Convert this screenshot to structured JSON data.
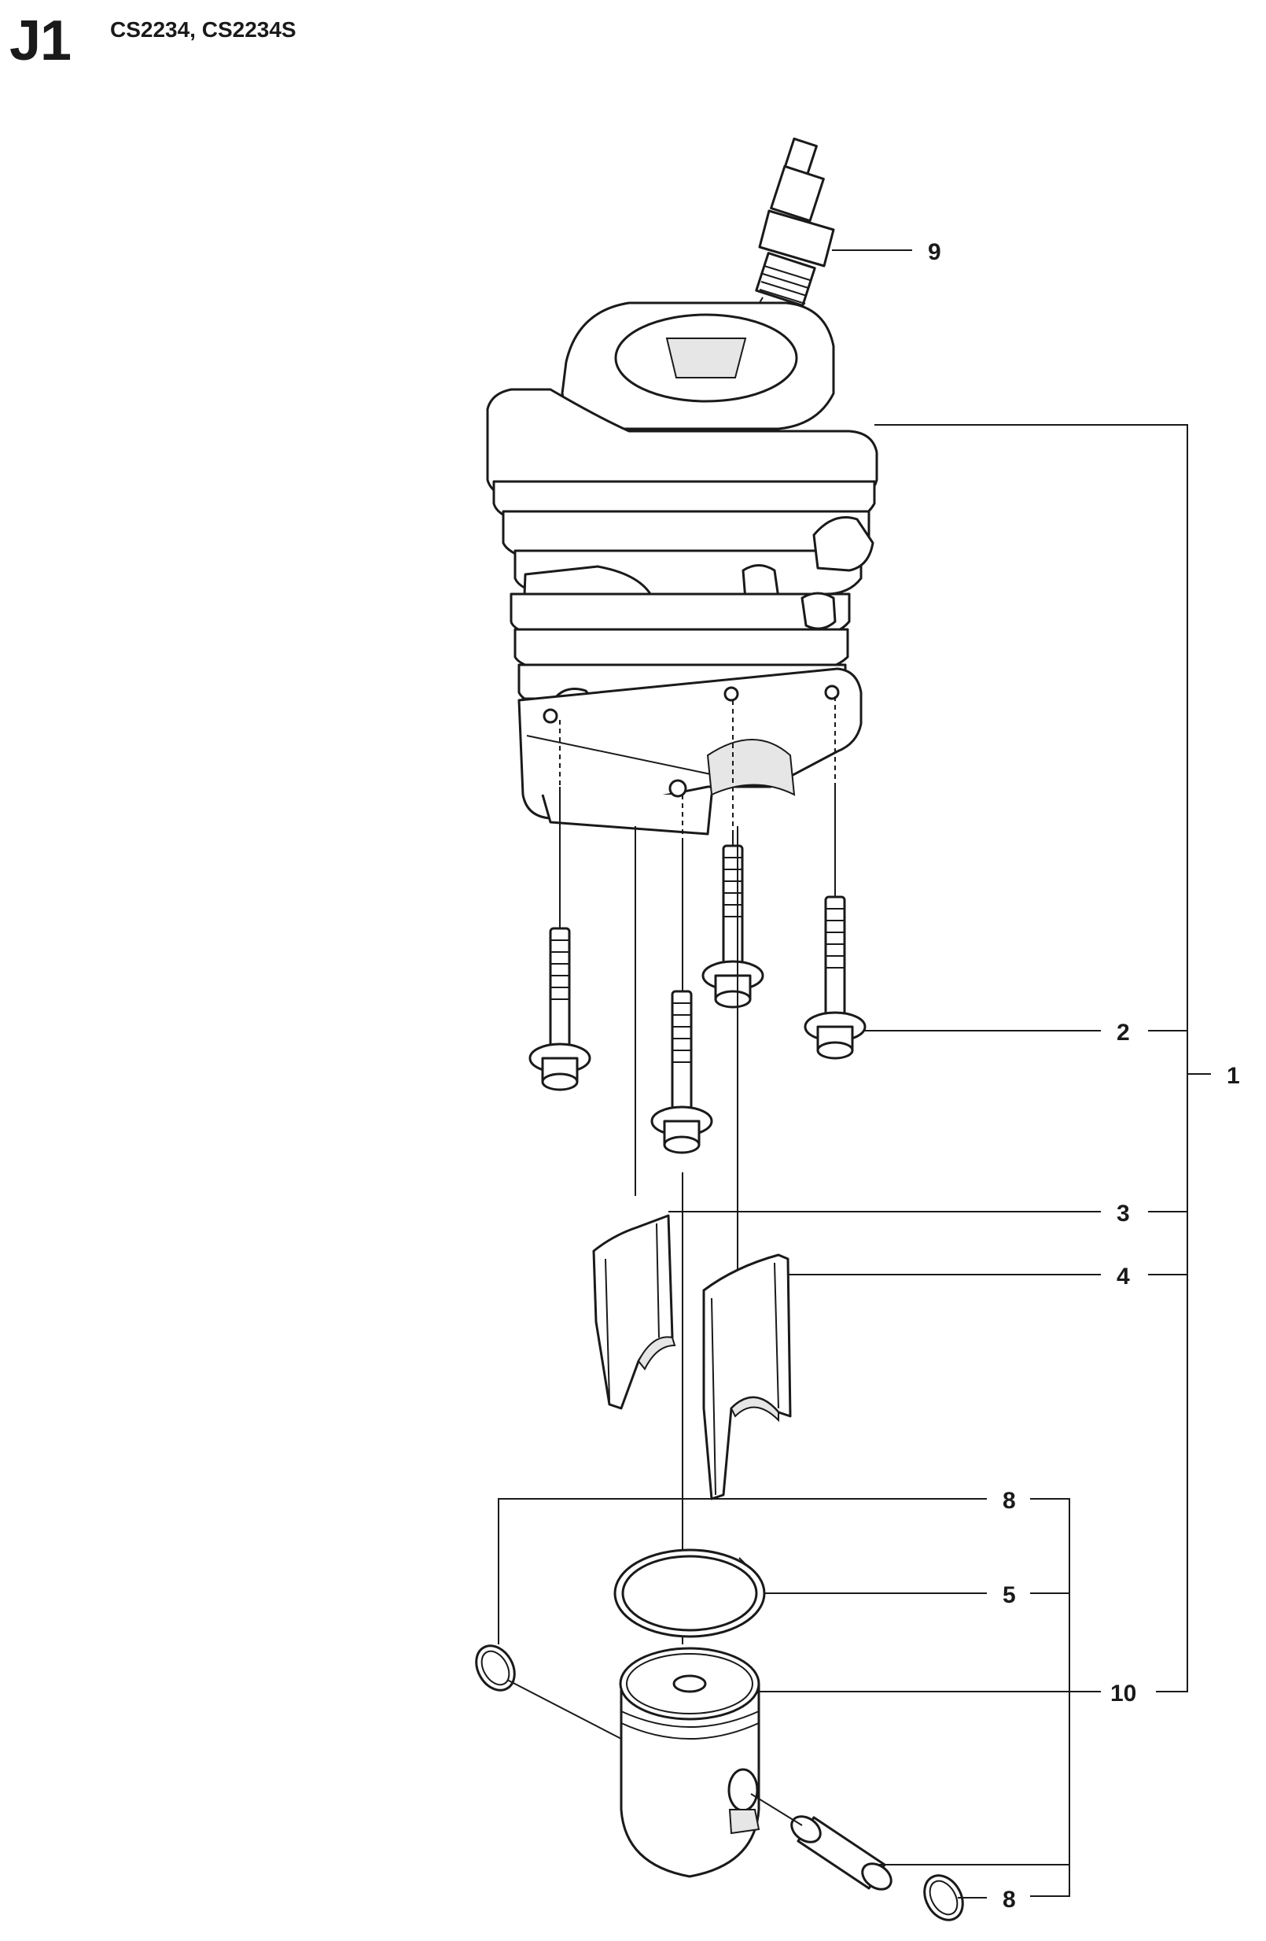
{
  "header": {
    "section": "J1",
    "models": "CS2234, CS2234S"
  },
  "callouts": [
    {
      "key": "spark_plug",
      "label": "9"
    },
    {
      "key": "bolt",
      "label": "2"
    },
    {
      "key": "cylinder_kit",
      "label": "1"
    },
    {
      "key": "spacer_left",
      "label": "3"
    },
    {
      "key": "spacer_right",
      "label": "4"
    },
    {
      "key": "circlip_top",
      "label": "8"
    },
    {
      "key": "piston_ring",
      "label": "5"
    },
    {
      "key": "piston_kit",
      "label": "10"
    },
    {
      "key": "circlip_bottom",
      "label": "8"
    }
  ]
}
